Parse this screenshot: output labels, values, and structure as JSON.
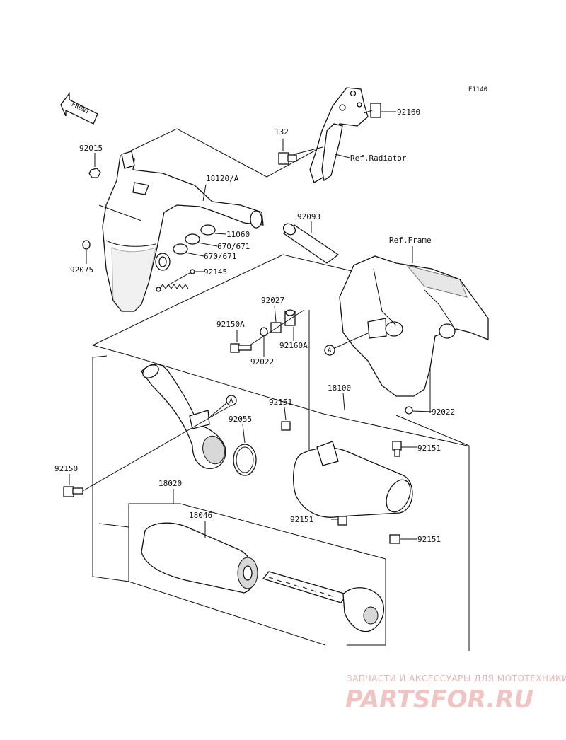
{
  "diagram": {
    "code": "E1140",
    "front": "FRONT",
    "refs": {
      "radiator": "Ref.Radiator",
      "frame": "Ref.Frame"
    },
    "markers": {
      "a1": "A",
      "a2": "A"
    },
    "parts": {
      "p92160": "92160",
      "p132": "132",
      "p92015": "92015",
      "p18120A": "18120/A",
      "p11060": "11060",
      "p670a": "670/671",
      "p670b": "670/671",
      "p92075": "92075",
      "p92145": "92145",
      "p92093": "92093",
      "p92027": "92027",
      "p92150A": "92150A",
      "p92160A": "92160A",
      "p92022a": "92022",
      "p18100": "18100",
      "p92151a": "92151",
      "p92022b": "92022",
      "p92055": "92055",
      "p92151b": "92151",
      "p92150": "92150",
      "p18020": "18020",
      "p18046": "18046",
      "p92151c": "92151",
      "p92151d": "92151"
    }
  },
  "watermark": {
    "tagline": "ЗАПЧАСТИ И АКСЕССУАРЫ ДЛЯ МОТОТЕХНИКИ",
    "logo": "PARTSFOR.RU"
  }
}
